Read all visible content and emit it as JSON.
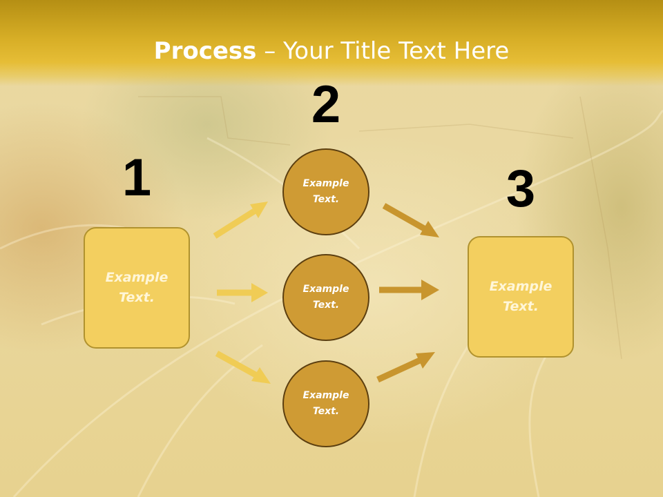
{
  "title": {
    "bold": "Process",
    "dash": " – ",
    "rest": "Your Title Text Here"
  },
  "steps": {
    "one": {
      "number": "1",
      "text": "Example\nText."
    },
    "two": {
      "number": "2",
      "circles": [
        {
          "text": "Example\nText."
        },
        {
          "text": "Example\nText."
        },
        {
          "text": "Example\nText."
        }
      ]
    },
    "three": {
      "number": "3",
      "text": "Example\nText."
    }
  },
  "colors": {
    "header": "#d7ae26",
    "box_fill": "#f3cf5f",
    "circle_fill": "#cf9b34",
    "arrow_light": "#f0cc55",
    "arrow_dark": "#c8952e"
  }
}
